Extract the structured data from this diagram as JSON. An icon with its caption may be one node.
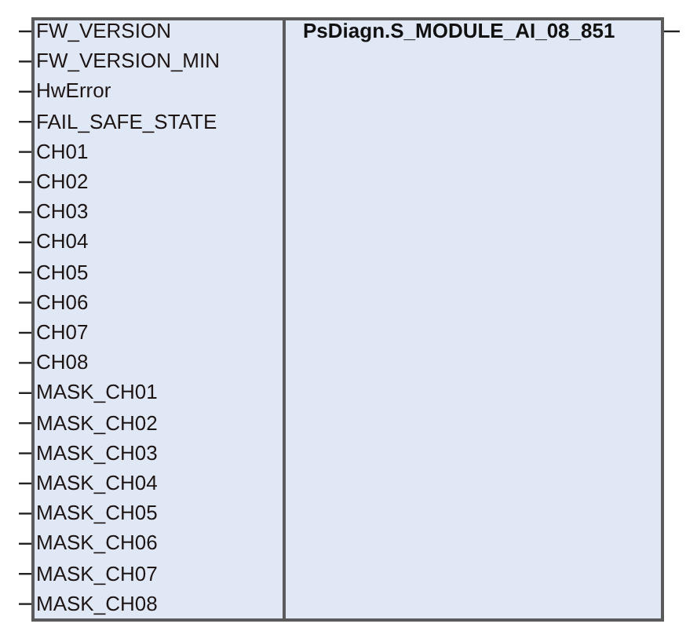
{
  "diagram": {
    "nodes": [
      {
        "text": [
          "PsDiagn.S_MODULE_AI_08_851"
        ]
      },
      {
        "text": [
          "FW_VERSION"
        ],
        "in": 0
      },
      {
        "text": [
          "FW_VERSION_MIN"
        ],
        "in": 0
      },
      {
        "text": [
          "HwError"
        ],
        "in": 0
      },
      {
        "text": [
          "FAIL_SAFE_STATE"
        ],
        "in": 0
      },
      {
        "text": [
          "CH01"
        ],
        "in": 0
      },
      {
        "text": [
          "CH02"
        ],
        "in": 0
      },
      {
        "text": [
          "CH03"
        ],
        "in": 0
      },
      {
        "text": [
          "CH04"
        ],
        "in": 0
      },
      {
        "text": [
          "CH05"
        ],
        "in": 0
      },
      {
        "text": [
          "CH06"
        ],
        "in": 0
      },
      {
        "text": [
          "CH07"
        ],
        "in": 0
      },
      {
        "text": [
          "CH08"
        ],
        "in": 0
      },
      {
        "text": [
          "MASK_CH01"
        ],
        "in": 0
      },
      {
        "text": [
          "MASK_CH02"
        ],
        "in": 0
      },
      {
        "text": [
          "MASK_CH03"
        ],
        "in": 0
      },
      {
        "text": [
          "MASK_CH04"
        ],
        "in": 0
      },
      {
        "text": [
          "MASK_CH05"
        ],
        "in": 0
      },
      {
        "text": [
          "MASK_CH06"
        ],
        "in": 0
      },
      {
        "text": [
          "MASK_CH07"
        ],
        "in": 0
      },
      {
        "text": [
          "MASK_CH08"
        ],
        "in": 0
      }
    ],
    "edges": [
      {
        "from": null,
        "to": 1,
        "arrow": "none"
      },
      {
        "from": null,
        "to": 2,
        "arrow": "none"
      },
      {
        "from": null,
        "to": 3,
        "arrow": "none"
      },
      {
        "from": null,
        "to": 4,
        "arrow": "none"
      },
      {
        "from": null,
        "to": 5,
        "arrow": "none"
      },
      {
        "from": null,
        "to": 6,
        "arrow": "none"
      },
      {
        "from": null,
        "to": 7,
        "arrow": "none"
      },
      {
        "from": null,
        "to": 8,
        "arrow": "none"
      },
      {
        "from": null,
        "to": 9,
        "arrow": "none"
      },
      {
        "from": null,
        "to": 10,
        "arrow": "none"
      },
      {
        "from": null,
        "to": 11,
        "arrow": "none"
      },
      {
        "from": null,
        "to": 12,
        "arrow": "none"
      },
      {
        "from": null,
        "to": 13,
        "arrow": "none"
      },
      {
        "from": null,
        "to": 14,
        "arrow": "none"
      },
      {
        "from": null,
        "to": 15,
        "arrow": "none"
      },
      {
        "from": null,
        "to": 16,
        "arrow": "none"
      },
      {
        "from": null,
        "to": 17,
        "arrow": "none"
      },
      {
        "from": null,
        "to": 18,
        "arrow": "none"
      },
      {
        "from": null,
        "to": 19,
        "arrow": "none"
      },
      {
        "from": null,
        "to": 20,
        "arrow": "none"
      },
      {
        "from": 0,
        "to": null,
        "arrow": "none"
      }
    ]
  }
}
